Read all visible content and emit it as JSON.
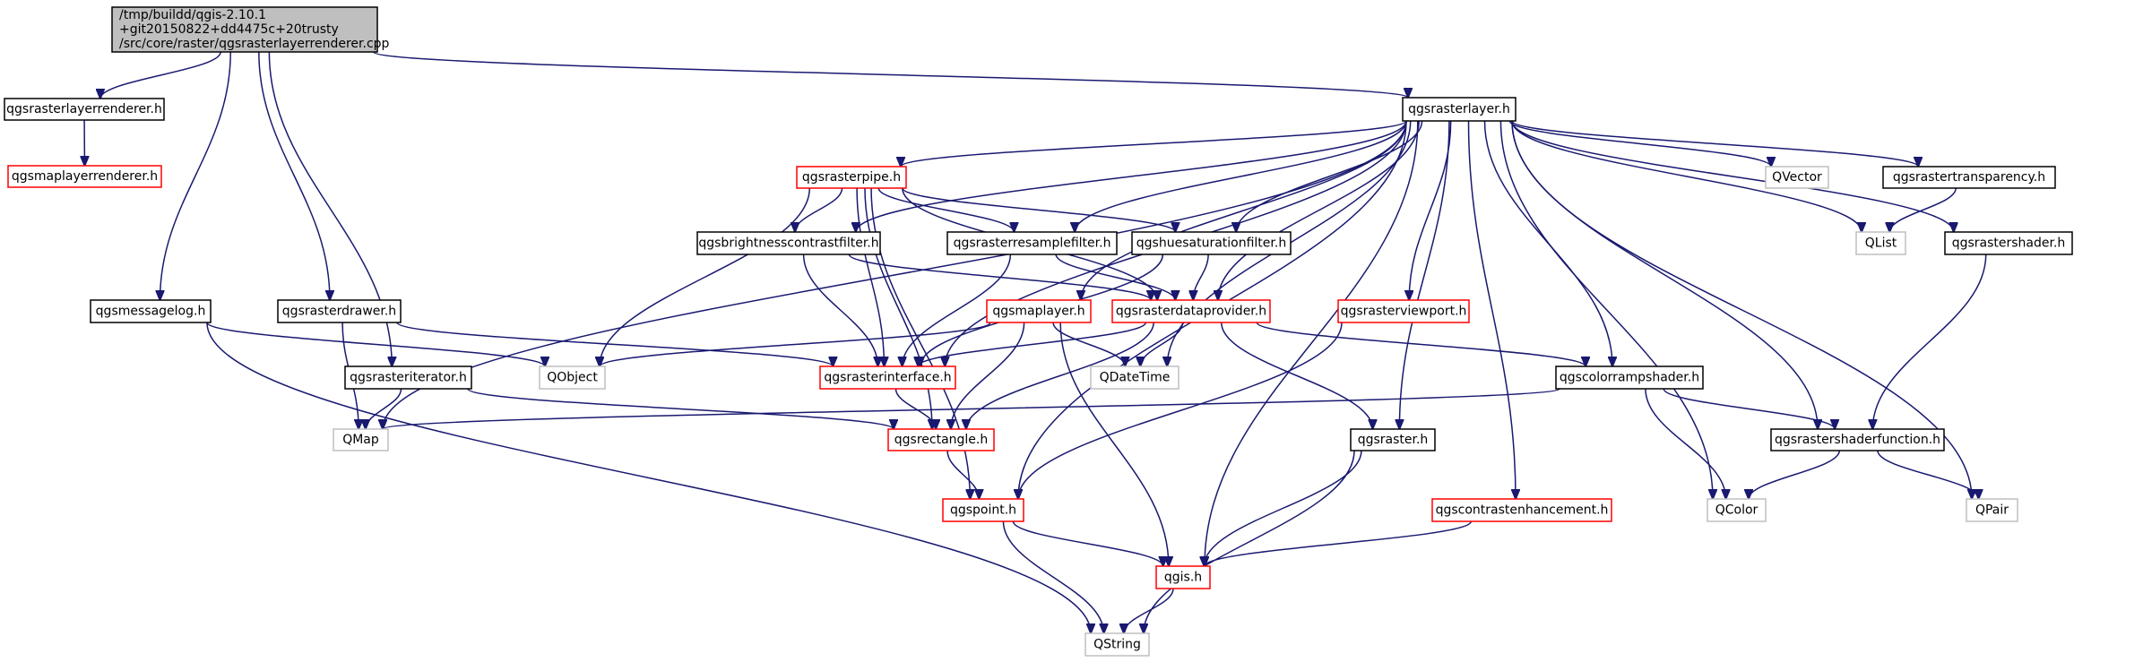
{
  "graph": {
    "title": "Include dependency graph for qgsrasterlayerrenderer.cpp",
    "colors": {
      "edge": "#191970",
      "root_fill": "#bfbfbf",
      "root_border": "#000000",
      "documented_border": "#000000",
      "undocumented_border": "#ff0000",
      "external_border": "#bfbfbf",
      "node_fill": "#ffffff"
    },
    "nodes": [
      {
        "id": "root",
        "kind": "root",
        "lines": [
          "/tmp/buildd/qgis-2.10.1",
          "+git20150822+dd4475c+20trusty",
          "/src/core/raster/qgsrasterlayerrenderer.cpp"
        ]
      },
      {
        "id": "qgsrasterlayerrenderer_h",
        "kind": "documented",
        "lines": [
          "qgsrasterlayerrenderer.h"
        ]
      },
      {
        "id": "qgsmaplayerrenderer_h",
        "kind": "undocumented",
        "lines": [
          "qgsmaplayerrenderer.h"
        ]
      },
      {
        "id": "qgsrasterlayer_h",
        "kind": "documented",
        "lines": [
          "qgsrasterlayer.h"
        ]
      },
      {
        "id": "qgsrasterpipe_h",
        "kind": "undocumented",
        "lines": [
          "qgsrasterpipe.h"
        ]
      },
      {
        "id": "QVector",
        "kind": "external",
        "lines": [
          "QVector"
        ]
      },
      {
        "id": "qgsrastertransparency_h",
        "kind": "documented",
        "lines": [
          "qgsrastertransparency.h"
        ]
      },
      {
        "id": "qgsbrightnesscontrastfilter_h",
        "kind": "documented",
        "lines": [
          "qgsbrightnesscontrastfilter.h"
        ]
      },
      {
        "id": "qgsrasterresamplefilter_h",
        "kind": "documented",
        "lines": [
          "qgsrasterresamplefilter.h"
        ]
      },
      {
        "id": "qgshuesaturationfilter_h",
        "kind": "documented",
        "lines": [
          "qgshuesaturationfilter.h"
        ]
      },
      {
        "id": "QList",
        "kind": "external",
        "lines": [
          "QList"
        ]
      },
      {
        "id": "qgsrastershader_h",
        "kind": "documented",
        "lines": [
          "qgsrastershader.h"
        ]
      },
      {
        "id": "qgsmessagelog_h",
        "kind": "documented",
        "lines": [
          "qgsmessagelog.h"
        ]
      },
      {
        "id": "qgsrasterdrawer_h",
        "kind": "documented",
        "lines": [
          "qgsrasterdrawer.h"
        ]
      },
      {
        "id": "qgsmaplayer_h",
        "kind": "undocumented",
        "lines": [
          "qgsmaplayer.h"
        ]
      },
      {
        "id": "qgsrasterdataprovider_h",
        "kind": "undocumented",
        "lines": [
          "qgsrasterdataprovider.h"
        ]
      },
      {
        "id": "qgsrasterviewport_h",
        "kind": "undocumented",
        "lines": [
          "qgsrasterviewport.h"
        ]
      },
      {
        "id": "qgsrasteriterator_h",
        "kind": "documented",
        "lines": [
          "qgsrasteriterator.h"
        ]
      },
      {
        "id": "QObject",
        "kind": "external",
        "lines": [
          "QObject"
        ]
      },
      {
        "id": "qgsrasterinterface_h",
        "kind": "undocumented",
        "lines": [
          "qgsrasterinterface.h"
        ]
      },
      {
        "id": "QDateTime",
        "kind": "external",
        "lines": [
          "QDateTime"
        ]
      },
      {
        "id": "qgscolorrampshader_h",
        "kind": "documented",
        "lines": [
          "qgscolorrampshader.h"
        ]
      },
      {
        "id": "QMap",
        "kind": "external",
        "lines": [
          "QMap"
        ]
      },
      {
        "id": "qgsrectangle_h",
        "kind": "undocumented",
        "lines": [
          "qgsrectangle.h"
        ]
      },
      {
        "id": "qgsraster_h",
        "kind": "documented",
        "lines": [
          "qgsraster.h"
        ]
      },
      {
        "id": "qgsrastershaderfunction_h",
        "kind": "documented",
        "lines": [
          "qgsrastershaderfunction.h"
        ]
      },
      {
        "id": "qgspoint_h",
        "kind": "undocumented",
        "lines": [
          "qgspoint.h"
        ]
      },
      {
        "id": "qgscontrastenhancement_h",
        "kind": "undocumented",
        "lines": [
          "qgscontrastenhancement.h"
        ]
      },
      {
        "id": "QColor",
        "kind": "external",
        "lines": [
          "QColor"
        ]
      },
      {
        "id": "QPair",
        "kind": "external",
        "lines": [
          "QPair"
        ]
      },
      {
        "id": "qgis_h",
        "kind": "undocumented",
        "lines": [
          "qgis.h"
        ]
      },
      {
        "id": "QString",
        "kind": "external",
        "lines": [
          "QString"
        ]
      }
    ],
    "edges": [
      [
        "root",
        "qgsrasterlayerrenderer_h"
      ],
      [
        "root",
        "qgsmessagelog_h"
      ],
      [
        "root",
        "qgsrasteriterator_h"
      ],
      [
        "root",
        "qgsrasterdrawer_h"
      ],
      [
        "root",
        "qgsrasterlayer_h"
      ],
      [
        "qgsrasterlayerrenderer_h",
        "qgsmaplayerrenderer_h"
      ],
      [
        "qgsrasterlayer_h",
        "QMap"
      ],
      [
        "qgsrasterlayer_h",
        "qgsrasterpipe_h"
      ],
      [
        "qgsrasterlayer_h",
        "qgsbrightnesscontrastfilter_h"
      ],
      [
        "qgsrasterlayer_h",
        "qgsrasterresamplefilter_h"
      ],
      [
        "qgsrasterlayer_h",
        "qgshuesaturationfilter_h"
      ],
      [
        "qgsrasterlayer_h",
        "qgsrasterinterface_h"
      ],
      [
        "qgsrasterlayer_h",
        "qgspoint_h"
      ],
      [
        "qgsrasterlayer_h",
        "qgsmaplayer_h"
      ],
      [
        "qgsrasterlayer_h",
        "qgsrasterdataprovider_h"
      ],
      [
        "qgsrasterlayer_h",
        "QDateTime"
      ],
      [
        "qgsrasterlayer_h",
        "qgsrasterviewport_h"
      ],
      [
        "qgsrasterlayer_h",
        "qgis_h"
      ],
      [
        "qgsrasterlayer_h",
        "qgsraster_h"
      ],
      [
        "qgsrasterlayer_h",
        "qgscontrastenhancement_h"
      ],
      [
        "qgsrasterlayer_h",
        "qgscolorrampshader_h"
      ],
      [
        "qgsrasterlayer_h",
        "QColor"
      ],
      [
        "qgsrasterlayer_h",
        "qgsrastershaderfunction_h"
      ],
      [
        "qgsrasterlayer_h",
        "QVector"
      ],
      [
        "qgsrasterlayer_h",
        "qgsrastertransparency_h"
      ],
      [
        "qgsrasterlayer_h",
        "QList"
      ],
      [
        "qgsrasterlayer_h",
        "qgsrastershader_h"
      ],
      [
        "qgsrasterlayer_h",
        "QPair"
      ],
      [
        "qgsrasterpipe_h",
        "QObject"
      ],
      [
        "qgsrasterpipe_h",
        "qgsbrightnesscontrastfilter_h"
      ],
      [
        "qgsrasterpipe_h",
        "qgsrasterresamplefilter_h"
      ],
      [
        "qgsrasterpipe_h",
        "qgshuesaturationfilter_h"
      ],
      [
        "qgsrasterpipe_h",
        "qgsrasterdataprovider_h"
      ],
      [
        "qgsrasterpipe_h",
        "qgsrasterinterface_h"
      ],
      [
        "qgsrasterpipe_h",
        "qgsrectangle_h"
      ],
      [
        "qgsrasterpipe_h",
        "qgspoint_h"
      ],
      [
        "qgsbrightnesscontrastfilter_h",
        "qgsrasterinterface_h"
      ],
      [
        "qgsbrightnesscontrastfilter_h",
        "qgsrasterdataprovider_h"
      ],
      [
        "qgsrasterresamplefilter_h",
        "qgsrasterinterface_h"
      ],
      [
        "qgsrasterresamplefilter_h",
        "qgsrasterdataprovider_h"
      ],
      [
        "qgshuesaturationfilter_h",
        "qgsrasterinterface_h"
      ],
      [
        "qgshuesaturationfilter_h",
        "qgsrasterdataprovider_h"
      ],
      [
        "qgsmessagelog_h",
        "QObject"
      ],
      [
        "qgsmessagelog_h",
        "QString"
      ],
      [
        "qgsrasterdrawer_h",
        "QMap"
      ],
      [
        "qgsrasterdrawer_h",
        "qgsrasterinterface_h"
      ],
      [
        "qgsrasteriterator_h",
        "QMap"
      ],
      [
        "qgsrasteriterator_h",
        "qgsrectangle_h"
      ],
      [
        "qgsmaplayer_h",
        "QObject"
      ],
      [
        "qgsmaplayer_h",
        "qgsrectangle_h"
      ],
      [
        "qgsmaplayer_h",
        "QDateTime"
      ],
      [
        "qgsmaplayer_h",
        "qgis_h"
      ],
      [
        "qgsrasterdataprovider_h",
        "qgsrasterinterface_h"
      ],
      [
        "qgsrasterdataprovider_h",
        "QDateTime"
      ],
      [
        "qgsrasterdataprovider_h",
        "qgsrectangle_h"
      ],
      [
        "qgsrasterdataprovider_h",
        "qgsraster_h"
      ],
      [
        "qgsrasterdataprovider_h",
        "qgscolorrampshader_h"
      ],
      [
        "qgsrasterviewport_h",
        "qgspoint_h"
      ],
      [
        "qgsrasterinterface_h",
        "qgsrectangle_h"
      ],
      [
        "qgscolorrampshader_h",
        "QMap"
      ],
      [
        "qgscolorrampshader_h",
        "qgsrastershaderfunction_h"
      ],
      [
        "qgscolorrampshader_h",
        "QColor"
      ],
      [
        "qgsrectangle_h",
        "qgspoint_h"
      ],
      [
        "qgsraster_h",
        "qgis_h"
      ],
      [
        "qgsraster_h",
        "QString"
      ],
      [
        "qgsrastershaderfunction_h",
        "QColor"
      ],
      [
        "qgsrastershaderfunction_h",
        "QPair"
      ],
      [
        "qgsrastershader_h",
        "qgsrastershaderfunction_h"
      ],
      [
        "qgsrastertransparency_h",
        "QList"
      ],
      [
        "qgspoint_h",
        "qgis_h"
      ],
      [
        "qgspoint_h",
        "QString"
      ],
      [
        "qgscontrastenhancement_h",
        "qgis_h"
      ],
      [
        "qgis_h",
        "QString"
      ]
    ]
  }
}
